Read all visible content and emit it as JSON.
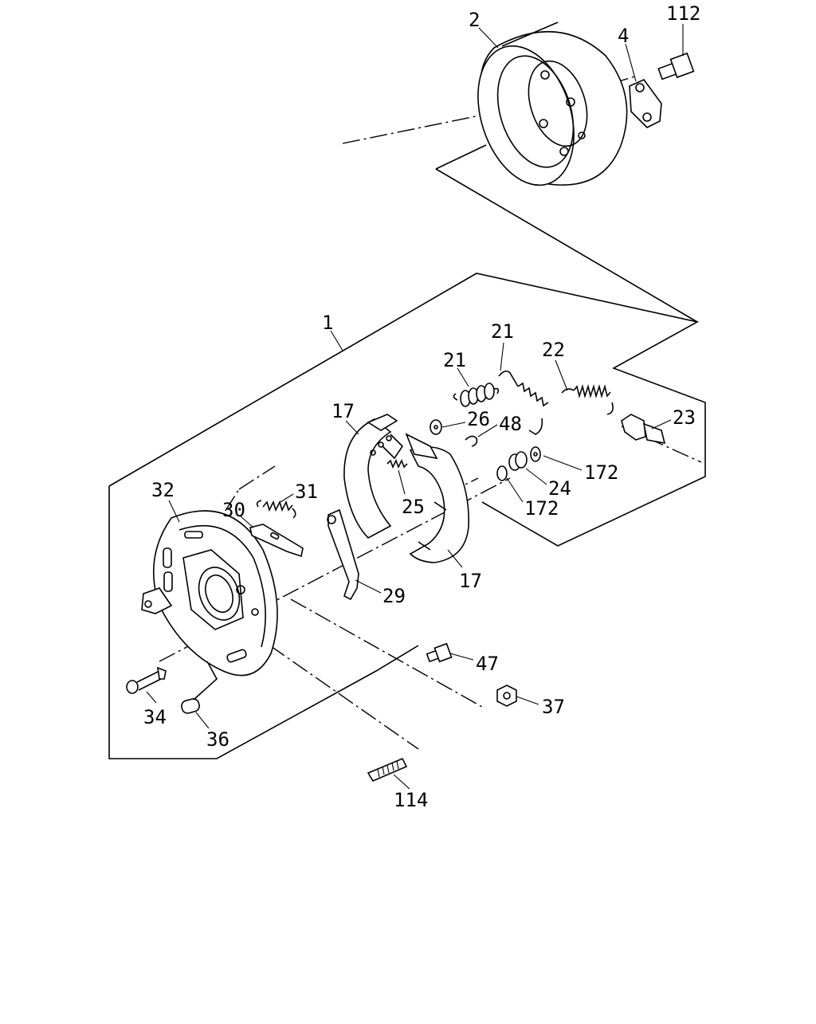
{
  "diagram": {
    "type": "exploded-parts-diagram",
    "background": "#ffffff",
    "line_color": "#000000",
    "callouts": [
      {
        "id": "c-2",
        "label": "2"
      },
      {
        "id": "c-4",
        "label": "4"
      },
      {
        "id": "c-112",
        "label": "112"
      },
      {
        "id": "c-1",
        "label": "1"
      },
      {
        "id": "c-21a",
        "label": "21"
      },
      {
        "id": "c-21b",
        "label": "21"
      },
      {
        "id": "c-22",
        "label": "22"
      },
      {
        "id": "c-17a",
        "label": "17"
      },
      {
        "id": "c-26",
        "label": "26"
      },
      {
        "id": "c-48",
        "label": "48"
      },
      {
        "id": "c-23",
        "label": "23"
      },
      {
        "id": "c-172a",
        "label": "172"
      },
      {
        "id": "c-24",
        "label": "24"
      },
      {
        "id": "c-172b",
        "label": "172"
      },
      {
        "id": "c-32",
        "label": "32"
      },
      {
        "id": "c-31",
        "label": "31"
      },
      {
        "id": "c-30",
        "label": "30"
      },
      {
        "id": "c-25",
        "label": "25"
      },
      {
        "id": "c-29",
        "label": "29"
      },
      {
        "id": "c-17b",
        "label": "17"
      },
      {
        "id": "c-47",
        "label": "47"
      },
      {
        "id": "c-37",
        "label": "37"
      },
      {
        "id": "c-34",
        "label": "34"
      },
      {
        "id": "c-36",
        "label": "36"
      },
      {
        "id": "c-114",
        "label": "114"
      }
    ]
  }
}
